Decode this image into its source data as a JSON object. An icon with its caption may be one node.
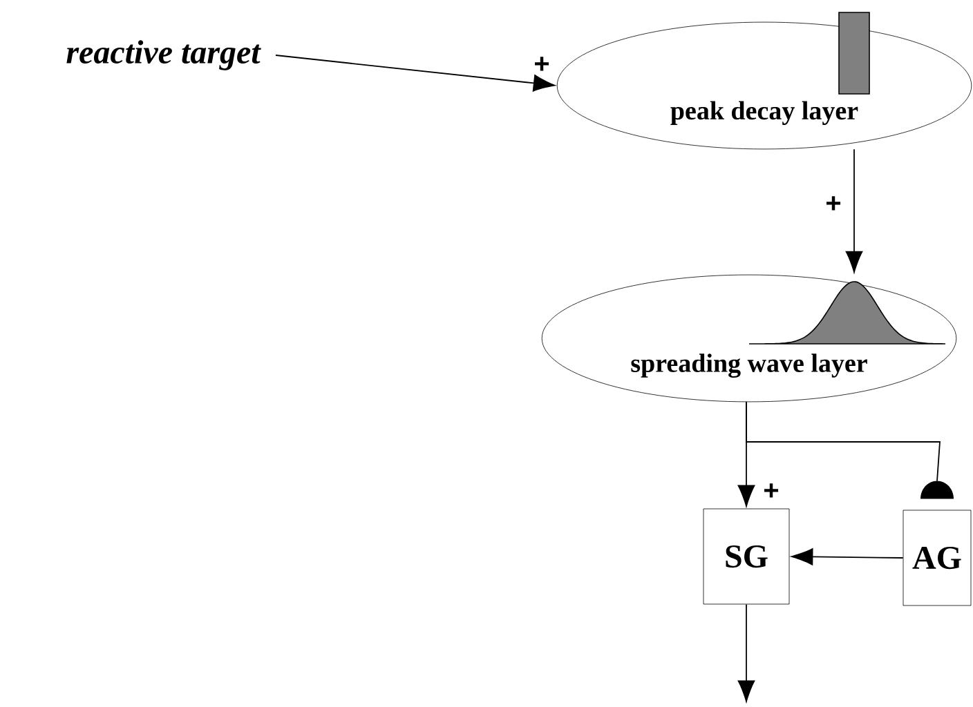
{
  "diagram": {
    "nodes": [
      {
        "text": [
          "reactive target"
        ]
      },
      {
        "text": [
          "peak decay layer"
        ]
      },
      {
        "text": [
          "spreading wave layer"
        ]
      },
      {
        "text": [
          "SG"
        ]
      },
      {
        "text": [
          "AG"
        ]
      }
    ],
    "edges": [
      {
        "from": 0,
        "to": 1,
        "arrow": "to",
        "label": "+"
      },
      {
        "from": 1,
        "to": 2,
        "arrow": "to",
        "label": "+"
      },
      {
        "from": 2,
        "to": 3,
        "arrow": "to",
        "label": "+"
      },
      {
        "from": 2,
        "to": 4,
        "arrow": "other"
      },
      {
        "from": 4,
        "to": 3,
        "arrow": "to"
      },
      {
        "from": 3,
        "to": null,
        "arrow": "to"
      }
    ]
  }
}
